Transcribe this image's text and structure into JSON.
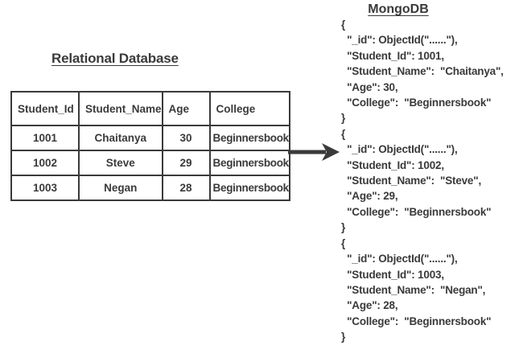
{
  "colors": {
    "ink": "#3a3a3a",
    "background": "#ffffff"
  },
  "left": {
    "title": "Relational Database",
    "table": {
      "headers": [
        "Student_Id",
        "Student_Name",
        "Age",
        "College"
      ],
      "rows": [
        [
          "1001",
          "Chaitanya",
          "30",
          "Beginnersbook"
        ],
        [
          "1002",
          "Steve",
          "29",
          "Beginnersbook"
        ],
        [
          "1003",
          "Negan",
          "28",
          "Beginnersbook"
        ]
      ]
    }
  },
  "arrow": {
    "direction": "right"
  },
  "right": {
    "title": "MongoDB",
    "documents": [
      {
        "lines": [
          "{",
          "  \"_id\": ObjectId(\"......\"),",
          "  \"Student_Id\": 1001,",
          "  \"Student_Name\":  \"Chaitanya\",",
          "  \"Age\": 30,",
          "  \"College\":  \"Beginnersbook\"",
          "}"
        ]
      },
      {
        "lines": [
          "{",
          "  \"_id\": ObjectId(\"......\"),",
          "  \"Student_Id\": 1002,",
          "  \"Student_Name\":  \"Steve\",",
          "  \"Age\": 29,",
          "  \"College\":  \"Beginnersbook\"",
          "}"
        ]
      },
      {
        "lines": [
          "{",
          "  \"_id\": ObjectId(\"......\"),",
          "  \"Student_Id\": 1003,",
          "  \"Student_Name\":  \"Negan\",",
          "  \"Age\": 28,",
          "  \"College\":  \"Beginnersbook\"",
          "}"
        ]
      }
    ]
  }
}
